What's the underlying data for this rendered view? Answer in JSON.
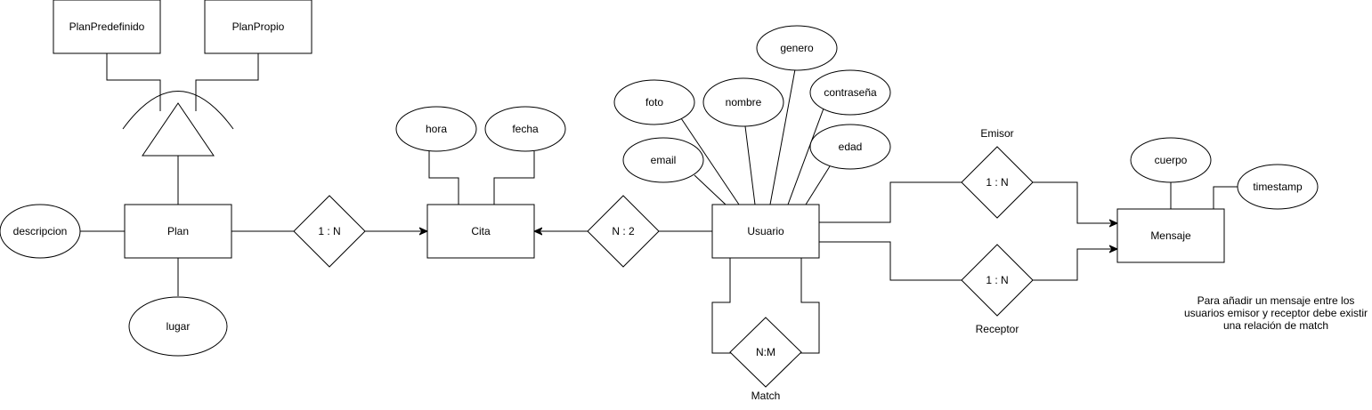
{
  "entities": {
    "plan_predefinido": "PlanPredefinido",
    "plan_propio": "PlanPropio",
    "plan": "Plan",
    "cita": "Cita",
    "usuario": "Usuario",
    "mensaje": "Mensaje"
  },
  "attributes": {
    "descripcion": "descripcion",
    "lugar": "lugar",
    "hora": "hora",
    "fecha": "fecha",
    "foto": "foto",
    "nombre": "nombre",
    "genero": "genero",
    "contrasena": "contraseña",
    "email": "email",
    "edad": "edad",
    "cuerpo": "cuerpo",
    "timestamp": "timestamp"
  },
  "relationships": {
    "plan_cita": "1 : N",
    "cita_usuario": "N : 2",
    "usuario_match": "N:M",
    "emisor": "1 : N",
    "receptor": "1 : N"
  },
  "labels": {
    "emisor": "Emisor",
    "receptor": "Receptor",
    "match": "Match"
  },
  "note": {
    "line1": "Para añadir un mensaje entre los",
    "line2": "usuarios emisor y receptor debe existir",
    "line3": "una relación de match"
  }
}
